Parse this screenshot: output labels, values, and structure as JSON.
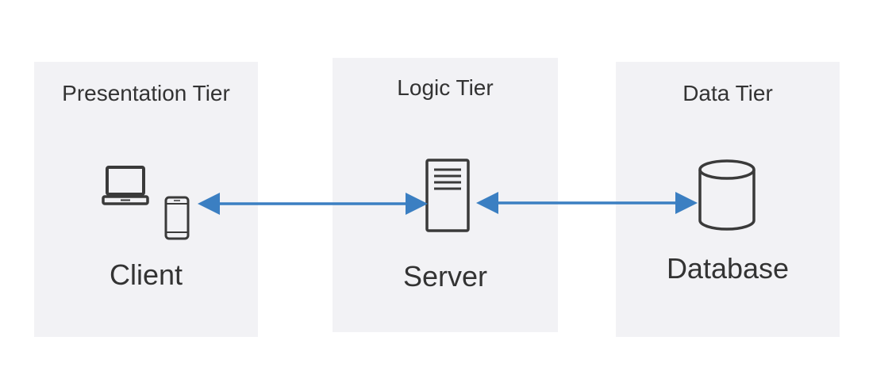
{
  "tiers": [
    {
      "title": "Presentation Tier",
      "node_label": "Client",
      "icons": [
        "laptop-icon",
        "mobile-phone-icon"
      ]
    },
    {
      "title": "Logic Tier",
      "node_label": "Server",
      "icons": [
        "server-icon"
      ]
    },
    {
      "title": "Data Tier",
      "node_label": "Database",
      "icons": [
        "database-icon"
      ]
    }
  ],
  "connections": [
    {
      "from": "Client",
      "to": "Server",
      "direction": "bidirectional"
    },
    {
      "from": "Server",
      "to": "Database",
      "direction": "bidirectional"
    }
  ],
  "colors": {
    "panel_background": "#f2f2f5",
    "connector": "#3b7fc2",
    "icon_stroke": "#3a3a3a",
    "text": "#333333"
  }
}
